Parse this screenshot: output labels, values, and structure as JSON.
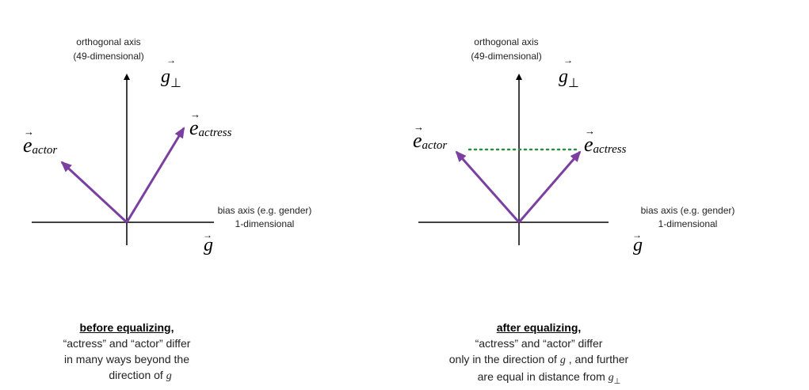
{
  "left_panel": {
    "y_axis_label_1": "orthogonal axis",
    "y_axis_label_2": "(49-dimensional)",
    "x_axis_label_1": "bias axis (e.g. gender)",
    "x_axis_label_2": "1-dimensional",
    "g_perp": {
      "base": "g",
      "sub": "⊥"
    },
    "g": "g",
    "e_actor": {
      "base": "e",
      "sub": "actor"
    },
    "e_actress": {
      "base": "e",
      "sub": "actress"
    },
    "caption": {
      "heading": "before equalizing,",
      "line1": "“actress” and “actor” differ",
      "line2": "in many ways beyond the",
      "line3_prefix": "direction of ",
      "line3_symbol": "g"
    }
  },
  "right_panel": {
    "y_axis_label_1": "orthogonal axis",
    "y_axis_label_2": "(49-dimensional)",
    "x_axis_label_1": "bias axis (e.g. gender)",
    "x_axis_label_2": "1-dimensional",
    "g_perp": {
      "base": "g",
      "sub": "⊥"
    },
    "g": "g",
    "e_actor": {
      "base": "e",
      "sub": "actor"
    },
    "e_actress": {
      "base": "e",
      "sub": "actress"
    },
    "caption": {
      "heading": "after equalizing,",
      "line1": "“actress” and “actor” differ",
      "line2_prefix": "only in the direction of ",
      "line2_symbol": "g",
      "line2_suffix": " , and further",
      "line3_prefix": "are equal in distance from ",
      "line3_symbol": "g",
      "line3_sub": "⊥"
    }
  },
  "colors": {
    "vector": "#7b3fa0",
    "dotted": "#2e8b3c",
    "axis": "#000000"
  }
}
